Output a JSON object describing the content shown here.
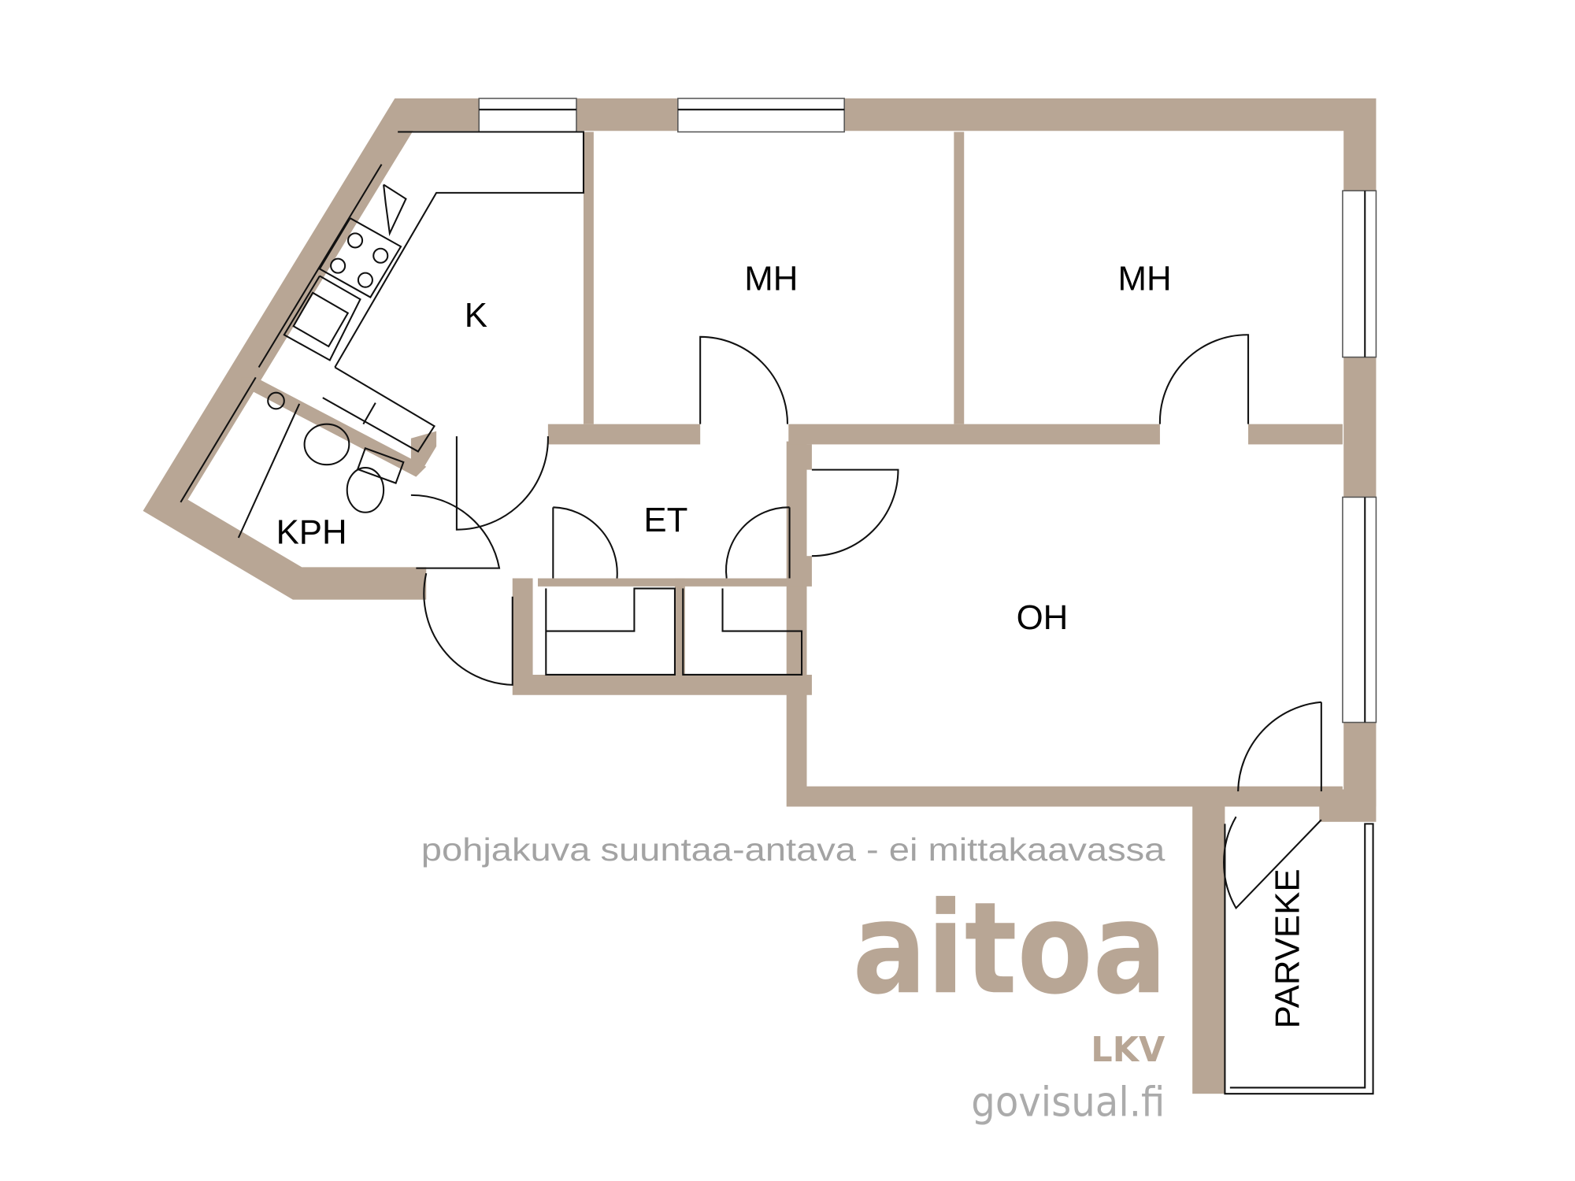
{
  "rooms": {
    "kitchen": "K",
    "bedroom_1": "MH",
    "bedroom_2": "MH",
    "bathroom": "KPH",
    "hall": "ET",
    "living_room": "OH",
    "balcony": "PARVEKE"
  },
  "disclaimer": "pohjakuva suuntaa-antava - ei mittakaavassa",
  "logo": {
    "name": "aitoa",
    "suffix": "LKV"
  },
  "website": "govisual.fi",
  "colors": {
    "wall": "#b8a695",
    "text_gray": "#a3a3a3",
    "line": "#111111"
  }
}
